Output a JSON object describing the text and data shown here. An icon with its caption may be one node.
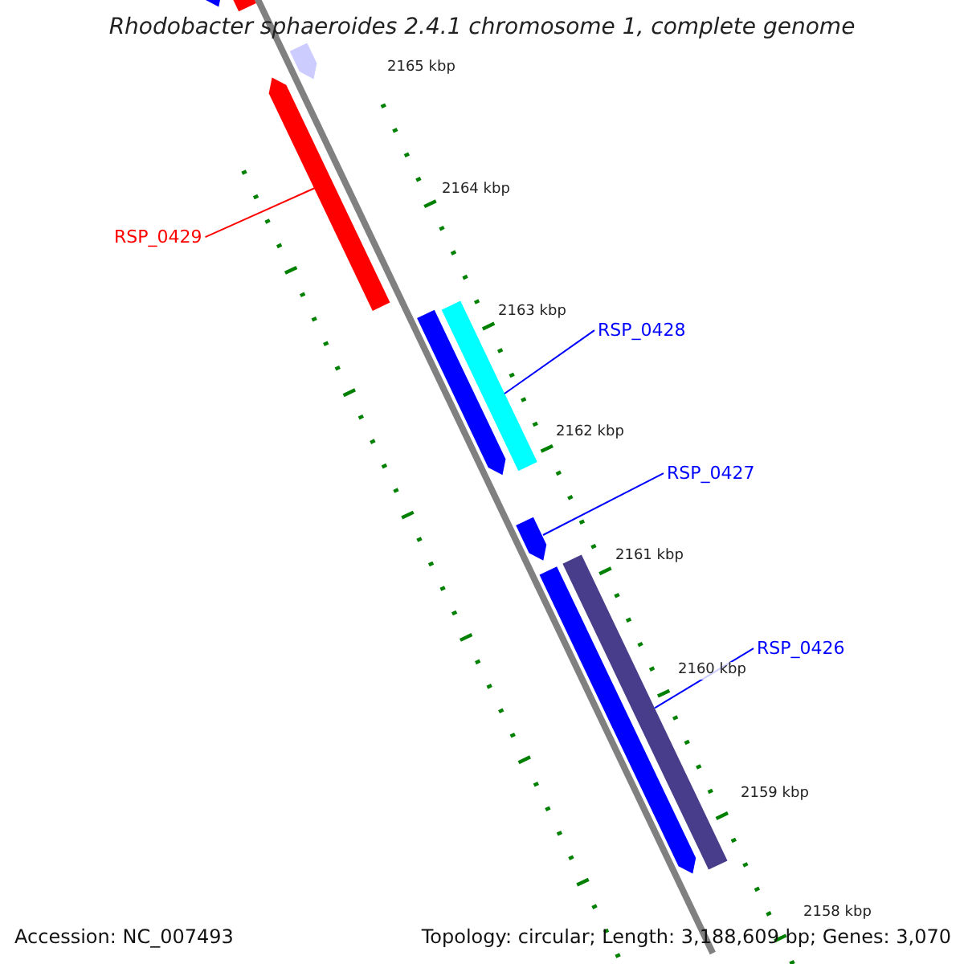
{
  "diagram": {
    "title": "Rhodobacter sphaeroides 2.4.1 chromosome 1, complete genome",
    "nodes": [
      {
        "text": [],
        "shape": "bar"
      },
      {
        "text": [],
        "shape": "bar"
      },
      {
        "text": [],
        "shape": "bar"
      },
      {
        "text": [
          "RSP_0429"
        ]
      },
      {
        "text": [],
        "shape": "bar"
      },
      {
        "text": [],
        "shape": "bar"
      },
      {
        "text": [],
        "shape": "bar"
      },
      {
        "text": [
          "RSP_0428"
        ]
      },
      {
        "text": [
          "RSP_0427"
        ]
      },
      {
        "text": [],
        "shape": "bar"
      },
      {
        "text": [],
        "shape": "bar"
      },
      {
        "text": [],
        "shape": "bar"
      },
      {
        "text": [
          "RSP_0426"
        ]
      }
    ],
    "edges": [
      {
        "from": 3,
        "to": 4,
        "arrow": "none",
        "color": "#ff0000"
      },
      {
        "from": 7,
        "to": 6,
        "arrow": "none"
      },
      {
        "from": 8,
        "to": 9,
        "arrow": "none"
      },
      {
        "from": 12,
        "to": 11,
        "arrow": "none"
      }
    ],
    "labels": [
      "2165 kbp",
      "2164 kbp",
      "2163 kbp",
      "2162 kbp",
      "2161 kbp",
      "2160 kbp",
      "2159 kbp",
      "2158 kbp",
      "Accession: NC_007493",
      "Topology: circular; Length: 3,188,609 bp; Genes: 3,070"
    ]
  }
}
